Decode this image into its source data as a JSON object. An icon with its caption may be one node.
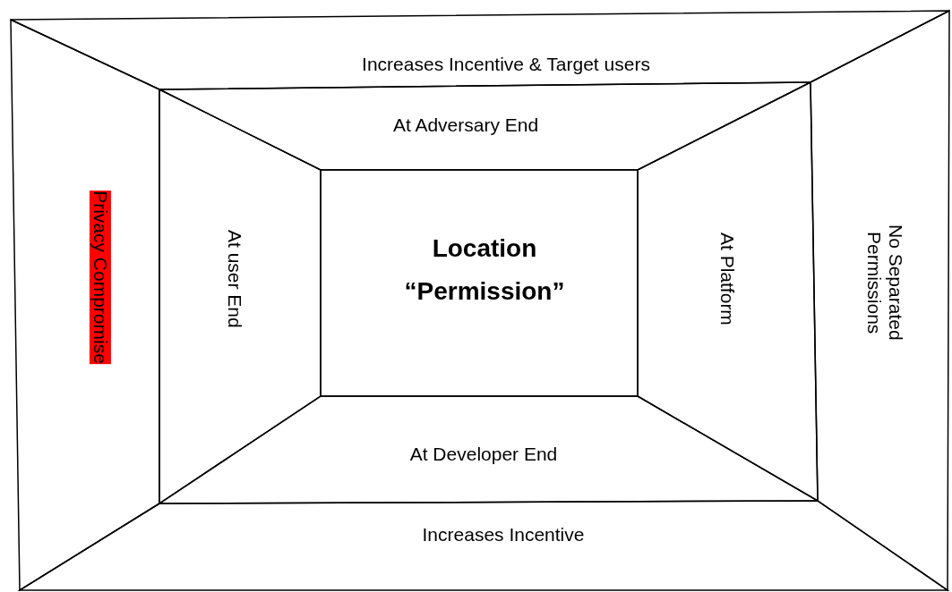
{
  "diagram": {
    "nodes": [
      {
        "text": [
          "Increases Incentive & Target users"
        ]
      },
      {
        "text": [
          "At Adversary End"
        ]
      },
      {
        "text": [
          "Privacy Compromise"
        ]
      },
      {
        "text": [
          "At user End"
        ]
      },
      {
        "text": [
          "Location “Permission”"
        ]
      },
      {
        "text": [
          "At Platform"
        ]
      },
      {
        "text": [
          "No Separated Permissions"
        ]
      },
      {
        "text": [
          "At Developer End"
        ]
      },
      {
        "text": [
          "Increases Incentive"
        ]
      }
    ]
  }
}
